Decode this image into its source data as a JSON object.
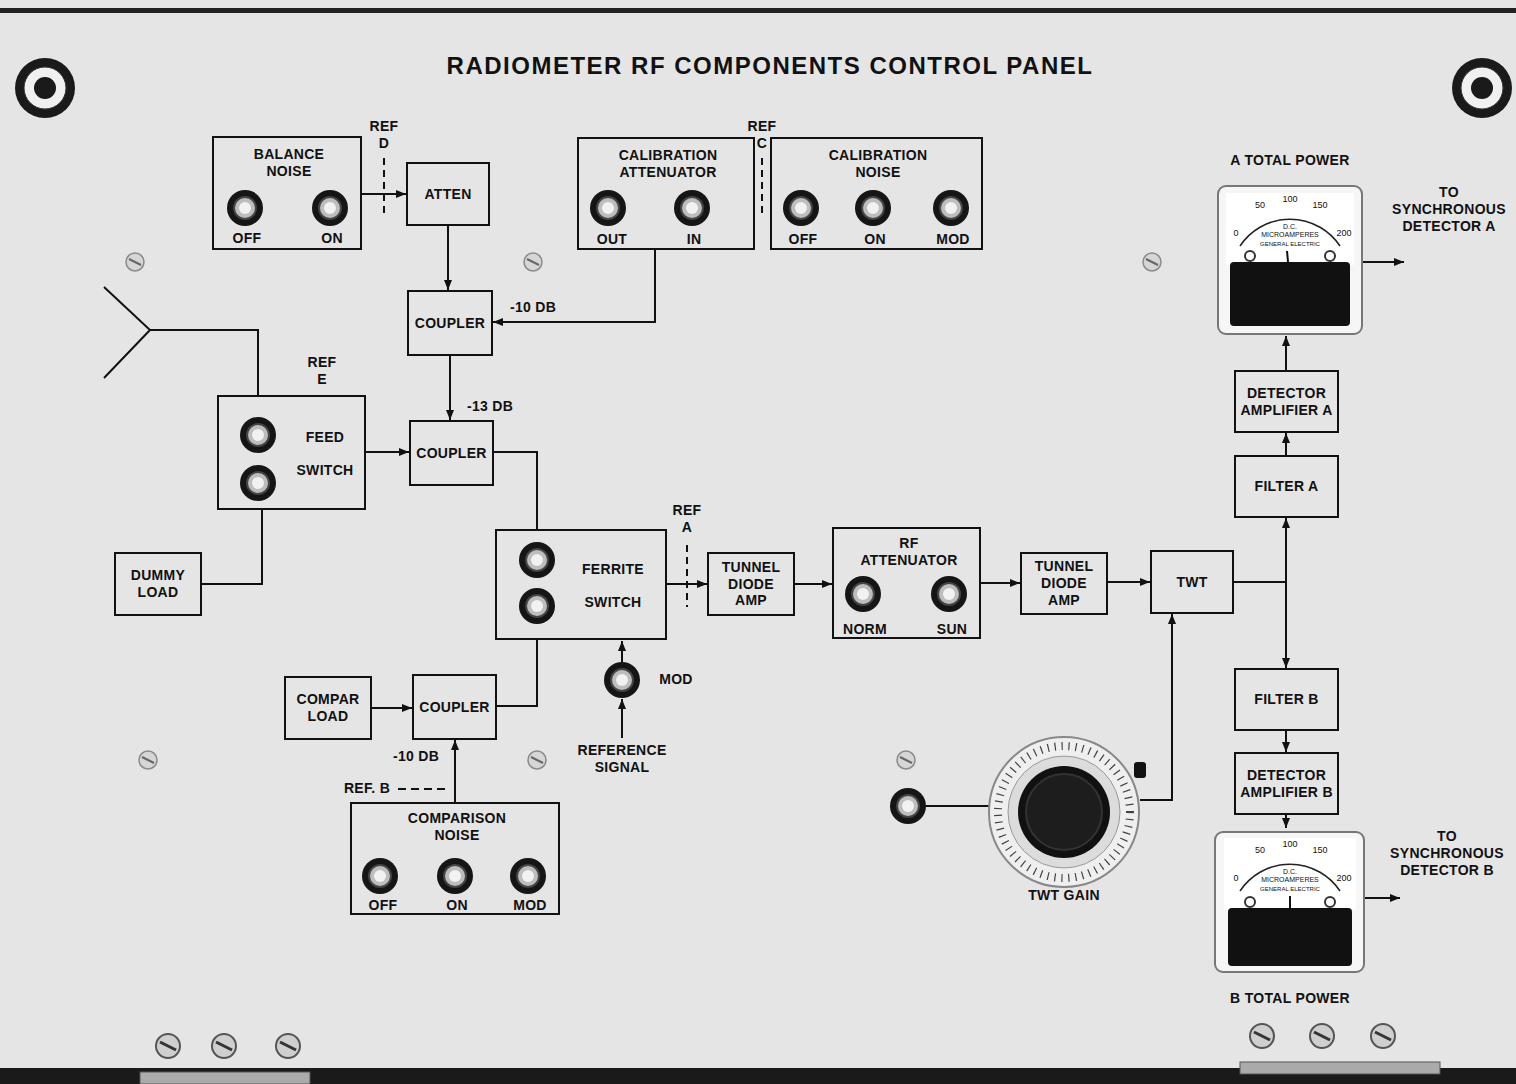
{
  "diagram": {
    "title": "RADIOMETER RF COMPONENTS CONTROL PANEL",
    "nodes": [
      {
        "text": [
          "BALANCE NOISE",
          "OFF",
          "ON"
        ]
      },
      {
        "text": [
          "ATTEN"
        ]
      },
      {
        "text": [
          "CALIBRATION ATTENUATOR",
          "OUT",
          "IN"
        ]
      },
      {
        "text": [
          "CALIBRATION NOISE",
          "OFF",
          "ON",
          "MOD"
        ]
      },
      {
        "text": [
          "A TOTAL POWER"
        ]
      },
      {
        "text": [
          "COUPLER"
        ]
      },
      {
        "text": [
          "FEED SWITCH"
        ]
      },
      {
        "text": [
          "COUPLER"
        ]
      },
      {
        "text": [
          "FILTER A"
        ]
      },
      {
        "text": [
          "DETECTOR AMPLIFIER A"
        ]
      },
      {
        "text": [
          "FERRITE SWITCH"
        ]
      },
      {
        "text": [
          "TUNNEL DIODE AMP"
        ]
      },
      {
        "text": [
          "RF ATTENUATOR",
          "NORM",
          "SUN"
        ]
      },
      {
        "text": [
          "TUNNEL DIODE AMP"
        ]
      },
      {
        "text": [
          "TWT"
        ]
      },
      {
        "text": [
          "DUMMY LOAD"
        ]
      },
      {
        "text": [
          "COMPAR LOAD"
        ]
      },
      {
        "text": [
          "COUPLER"
        ]
      },
      {
        "text": [
          "FILTER B"
        ]
      },
      {
        "text": [
          "DETECTOR AMPLIFIER B"
        ]
      },
      {
        "text": [
          "COMPARISON NOISE",
          "OFF",
          "ON",
          "MOD"
        ]
      },
      {
        "text": [
          "TWT GAIN"
        ]
      },
      {
        "text": [
          "B TOTAL POWER"
        ]
      }
    ],
    "edges": [
      {
        "from": 0,
        "to": 1,
        "arrow": "to"
      },
      {
        "from": 1,
        "to": 5,
        "arrow": "to"
      },
      {
        "from": 2,
        "to": 5,
        "label": "-10 DB",
        "arrow": "to"
      },
      {
        "from": 5,
        "to": 7,
        "label": "-13 DB",
        "arrow": "to"
      },
      {
        "from": 6,
        "to": 7,
        "arrow": "to"
      },
      {
        "from": 15,
        "to": 6,
        "arrow": "none"
      },
      {
        "from": 7,
        "to": 10,
        "arrow": "none"
      },
      {
        "from": 16,
        "to": 17,
        "arrow": "to"
      },
      {
        "from": 20,
        "to": 17,
        "label": "-10 DB",
        "arrow": "to"
      },
      {
        "from": 17,
        "to": 10,
        "arrow": "none"
      },
      {
        "from": 10,
        "to": 11,
        "arrow": "to"
      },
      {
        "from": 11,
        "to": 12,
        "arrow": "to"
      },
      {
        "from": 12,
        "to": 13,
        "arrow": "to"
      },
      {
        "from": 13,
        "to": 14,
        "arrow": "to"
      },
      {
        "from": 14,
        "to": 8,
        "arrow": "to"
      },
      {
        "from": 14,
        "to": 18,
        "arrow": "to"
      },
      {
        "from": 8,
        "to": 9,
        "arrow": "to"
      },
      {
        "from": 9,
        "to": 4,
        "arrow": "to"
      },
      {
        "from": 18,
        "to": 19,
        "arrow": "to"
      },
      {
        "from": 19,
        "to": 22,
        "arrow": "to"
      },
      {
        "from": 21,
        "to": 14,
        "arrow": "to"
      }
    ],
    "labels": [
      "REF D",
      "REF C",
      "REF E",
      "REF A",
      "MOD",
      "REFERENCE SIGNAL",
      "REF. B",
      "TO SYNCHRONOUS DETECTOR A",
      "TO SYNCHRONOUS DETECTOR B",
      "0",
      "50",
      "100",
      "150",
      "200",
      "D.C.",
      "MICROAMPERES",
      "GENERAL ELECTRIC",
      "0",
      "50",
      "100",
      "150",
      "200",
      "D.C.",
      "MICROAMPERES",
      "GENERAL ELECTRIC"
    ]
  }
}
